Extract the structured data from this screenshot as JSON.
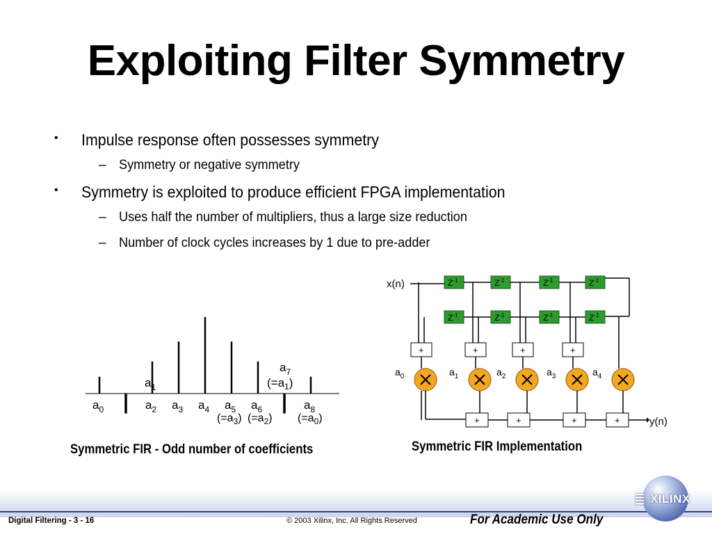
{
  "title": "Exploiting Filter Symmetry",
  "bullets": [
    {
      "text": "Impulse response often possesses symmetry",
      "subs": [
        "Symmetry or negative symmetry"
      ]
    },
    {
      "text": "Symmetry is exploited to produce efficient FPGA implementation",
      "subs": [
        "Uses half the number of multipliers, thus a large size reduction",
        "Number of clock cycles increases by 1 due to pre-adder"
      ]
    }
  ],
  "impulse_chart": {
    "caption": "Symmetric FIR - Odd number of coefficients",
    "coefficients": [
      {
        "name": "a",
        "sub": "0",
        "value": 0.22,
        "note": ""
      },
      {
        "name": "a",
        "sub": "1",
        "value": -0.26,
        "note": ""
      },
      {
        "name": "a",
        "sub": "2",
        "value": 0.42,
        "note": ""
      },
      {
        "name": "a",
        "sub": "3",
        "value": 0.68,
        "note": "(=a3)"
      },
      {
        "name": "a",
        "sub": "4",
        "value": 1.0,
        "note": ""
      },
      {
        "name": "a",
        "sub": "5",
        "value": 0.68,
        "note": "(=a3)"
      },
      {
        "name": "a",
        "sub": "6",
        "value": 0.42,
        "note": "(=a2)"
      },
      {
        "name": "a",
        "sub": "7",
        "value": -0.26,
        "note": "(=a1)"
      },
      {
        "name": "a",
        "sub": "8",
        "value": 0.22,
        "note": "(=a0)"
      }
    ]
  },
  "fir_diagram": {
    "caption": "Symmetric FIR Implementation",
    "input_label": "x(n)",
    "output_label": "y(n)",
    "delay_label": "Z",
    "delay_exp": "-1",
    "adder_label": "+",
    "coef_labels": [
      {
        "name": "a",
        "sub": "0"
      },
      {
        "name": "a",
        "sub": "1"
      },
      {
        "name": "a",
        "sub": "2"
      },
      {
        "name": "a",
        "sub": "3"
      },
      {
        "name": "a",
        "sub": "4"
      }
    ],
    "colors": {
      "delay_fill": "#2e9b2e",
      "multiplier_fill": "#f5a623",
      "wire": "#000000"
    }
  },
  "footer": {
    "left": "Digital Filtering  - 3 - 16",
    "center": "© 2003 Xilinx, Inc. All Rights Reserved",
    "right": "For Academic Use Only",
    "logo": "XILINX"
  }
}
